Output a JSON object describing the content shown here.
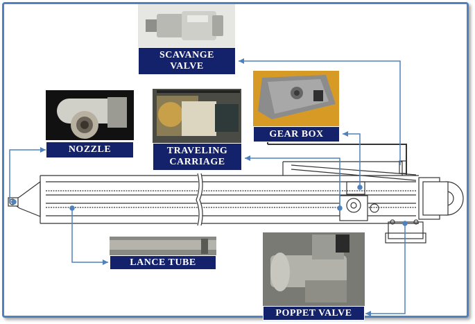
{
  "labels": {
    "scavenge_valve": "SCAVANGE VALVE",
    "gear_box": "GEAR BOX",
    "nozzle": "NOZZLE",
    "traveling_carriage": "TRAVELING CARRIAGE",
    "lance_tube": "LANCE TUBE",
    "poppet_valve": "POPPET VALVE"
  },
  "colors": {
    "label_bg": "#14216b",
    "label_text": "#ffffff",
    "border": "#4f81bd",
    "leader": "#4f81bd",
    "drawing": "#333333"
  }
}
